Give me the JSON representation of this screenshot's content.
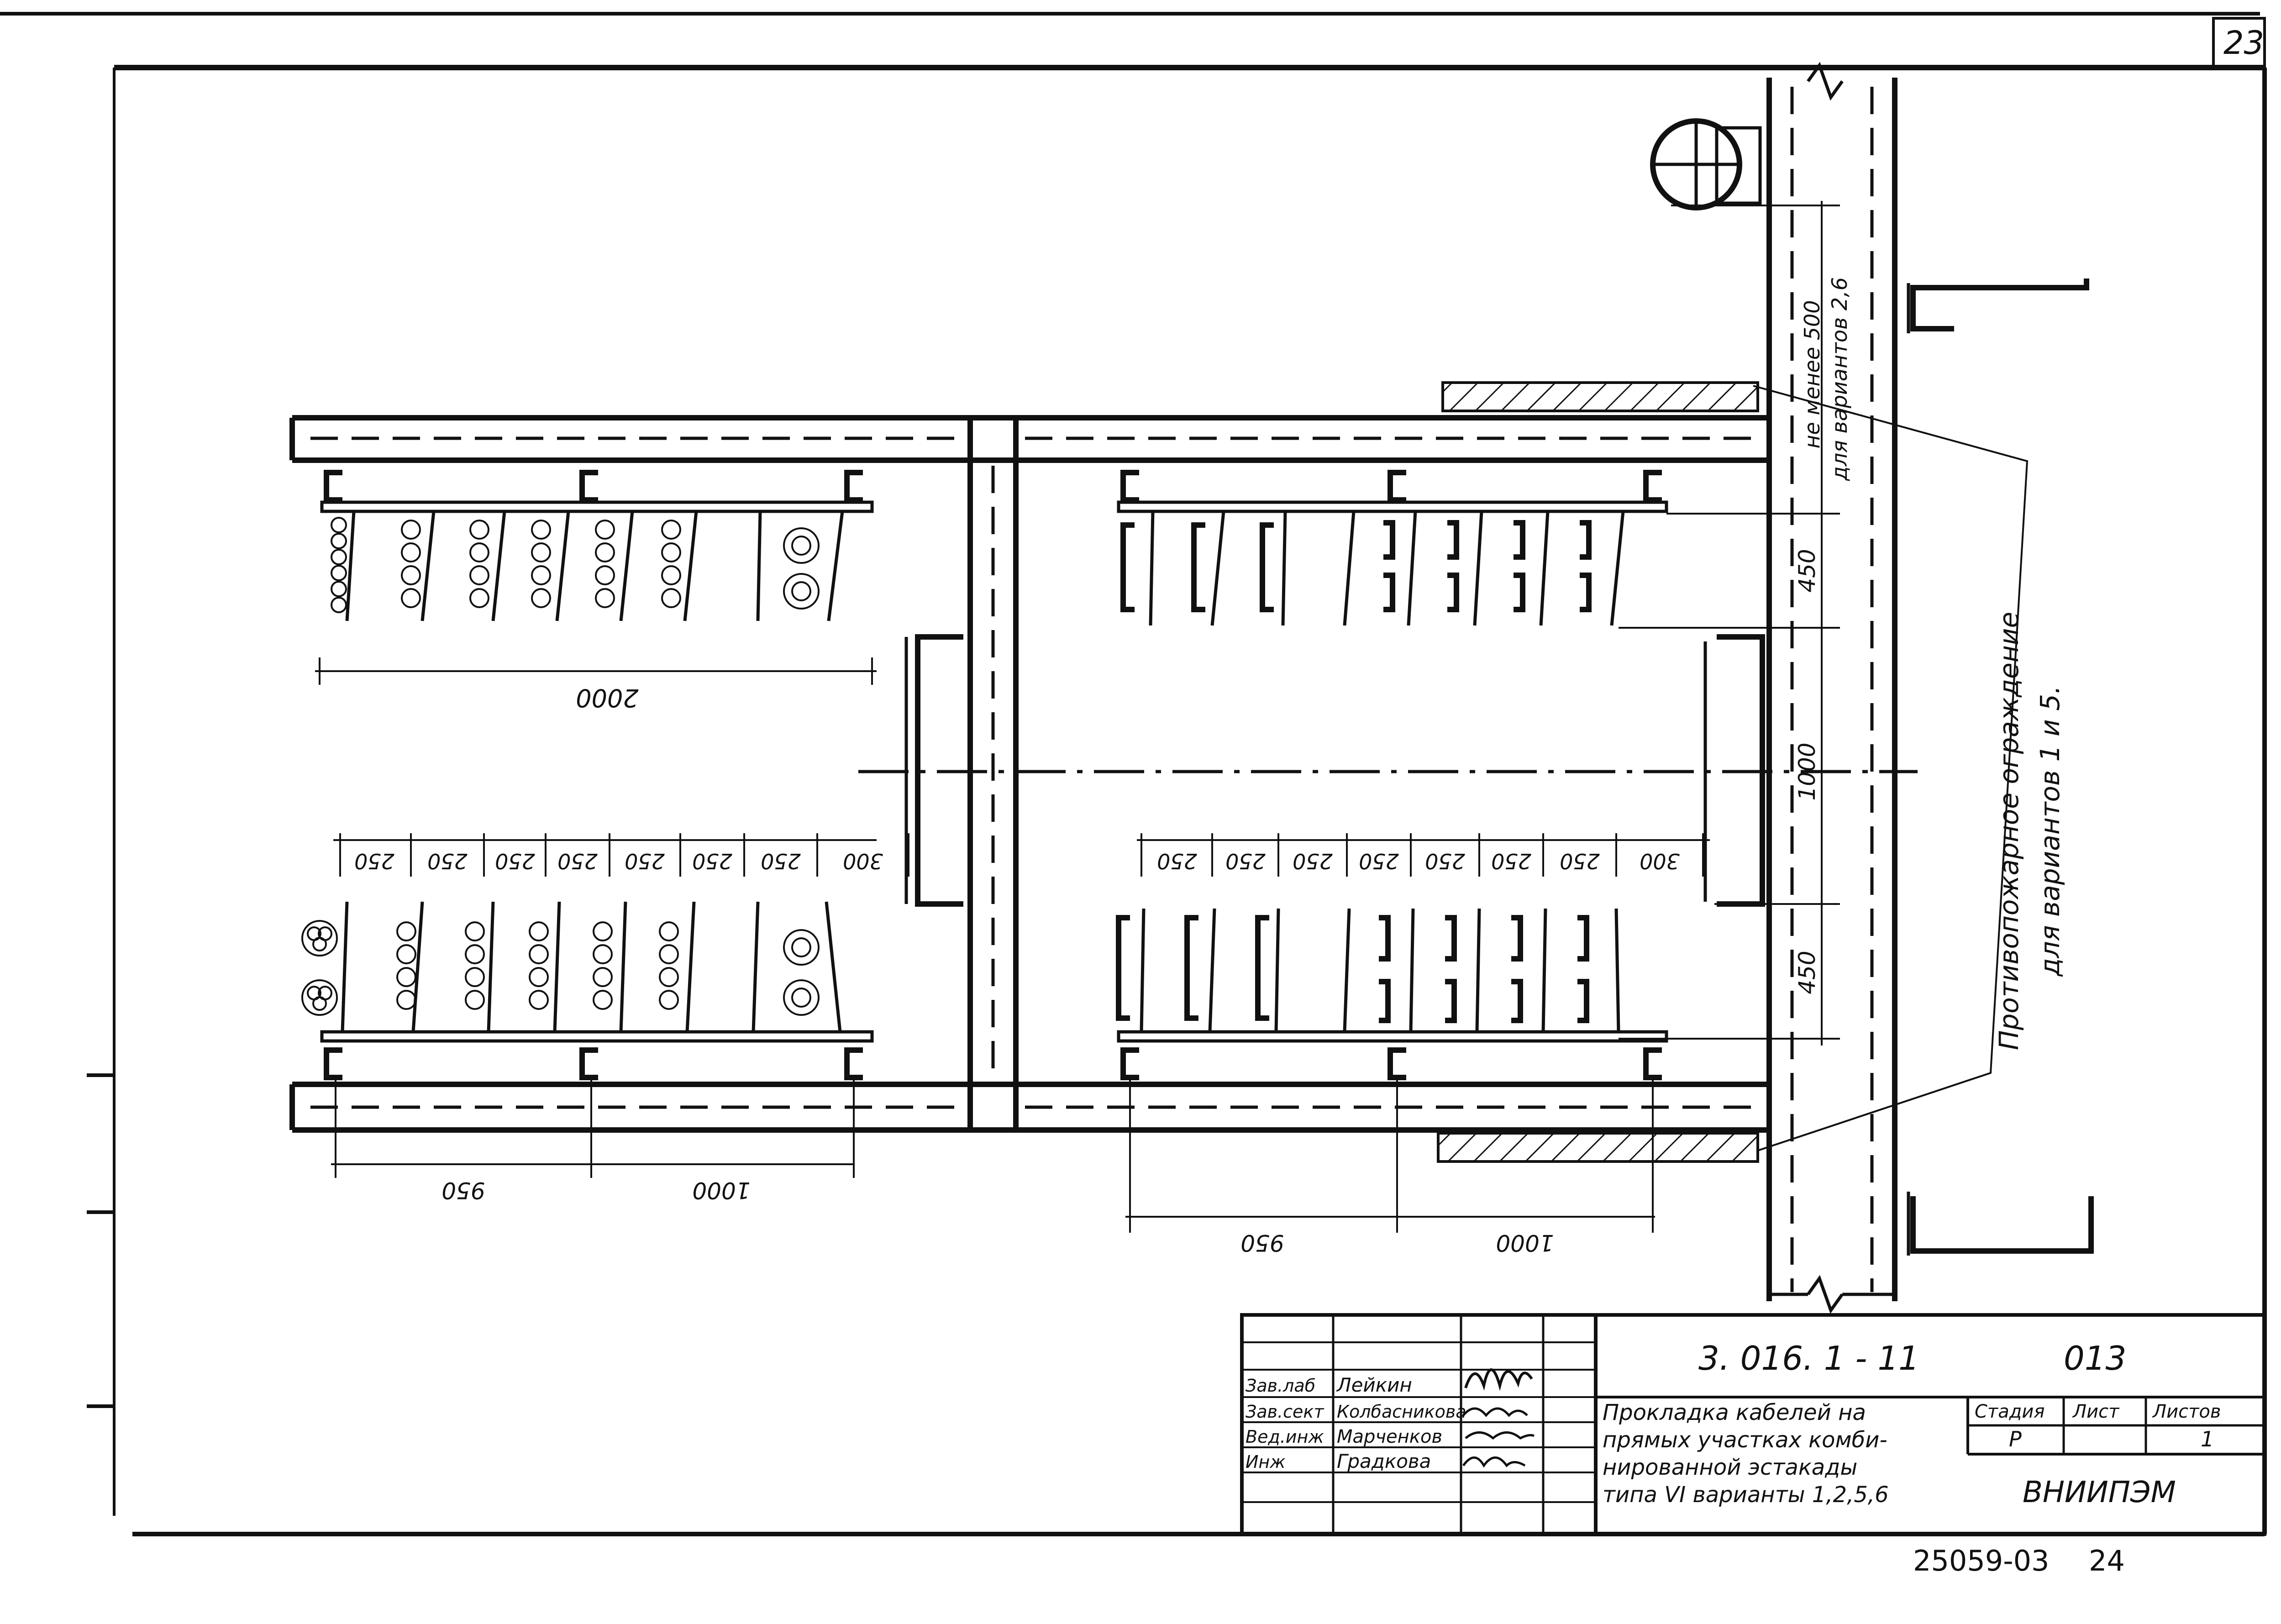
{
  "sheet": {
    "corner_number": "23",
    "archive_number": "25059-03",
    "page_number": "24"
  },
  "dimensions": {
    "top_left_width": "2000",
    "tray_spacing": [
      "250",
      "250",
      "250",
      "250",
      "250",
      "250",
      "250"
    ],
    "left_edge_gap": "300",
    "right_edge_gap": "300",
    "bottom_spans": [
      "950",
      "1000"
    ],
    "vertical_450_top": "450",
    "vertical_1000": "1000",
    "vertical_450_bottom": "450"
  },
  "notes": {
    "min_500_line1": "не менее 500",
    "min_500_line2": "для вариантов 2,6",
    "fire_line1": "Противопожарное    ограждение",
    "fire_line2": "для     вариантов    1 и 5."
  },
  "title_block": {
    "doc_code": "3. 016. 1 - 11",
    "sheet_code": "013",
    "title_lines": [
      "Прокладка кабелей на",
      "прямых участках комби-",
      "нированной эстакады",
      "типа VI варианты 1,2,5,6"
    ],
    "stage_header": "Стадия",
    "sheet_header": "Лист",
    "sheets_header": "Листов",
    "stage_value": "Р",
    "sheet_value": "",
    "sheets_value": "1",
    "organization": "ВНИИПЭМ",
    "staff": [
      {
        "role": "Зав.лаб",
        "name": "Лейкин"
      },
      {
        "role": "Зав.сект",
        "name": "Колбасникова"
      },
      {
        "role": "Вед.инж",
        "name": "Марченков"
      },
      {
        "role": "Инж",
        "name": "Градкова"
      }
    ]
  }
}
